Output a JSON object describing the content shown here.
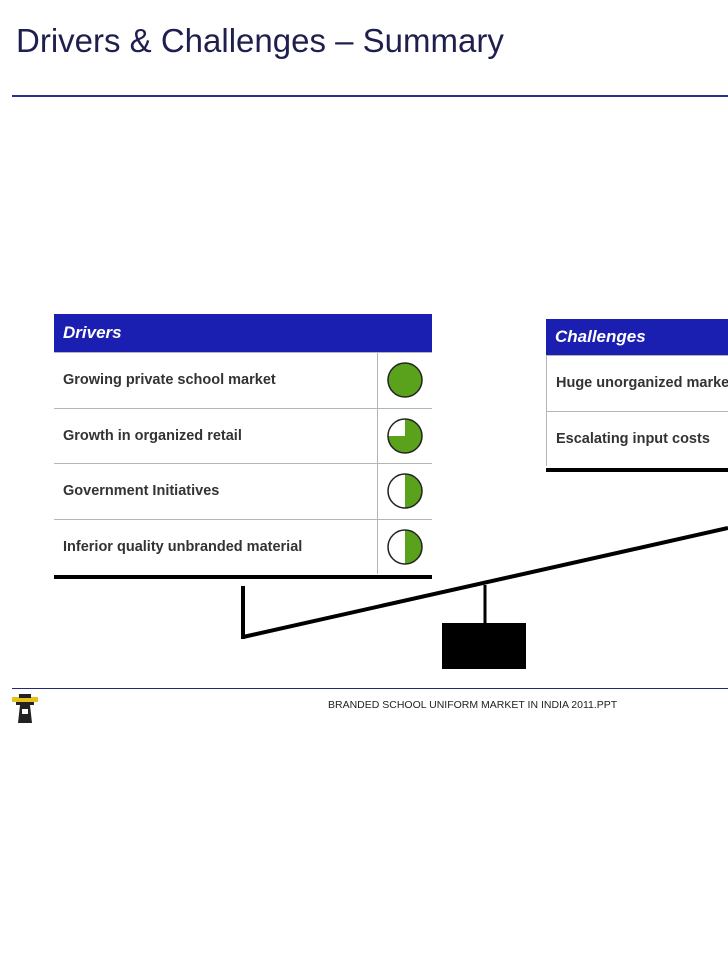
{
  "title": "Drivers & Challenges – Summary",
  "footer": "BRANDED SCHOOL UNIFORM MARKET IN INDIA 2011.PPT",
  "colors": {
    "header_bg": "#1a1fb1",
    "harvey_fill": "#5aa21c",
    "title_rule": "#2b2e8c",
    "arrow": "#d6d6d6"
  },
  "drivers": {
    "header": "Drivers",
    "items": [
      {
        "label": "Growing private school market",
        "harvey": 1.0
      },
      {
        "label": "Growth in organized retail",
        "harvey": 0.75
      },
      {
        "label": "Government Initiatives",
        "harvey": 0.5
      },
      {
        "label": "Inferior quality unbranded material",
        "harvey": 0.5
      }
    ]
  },
  "challenges": {
    "header": "Challenges",
    "items": [
      {
        "label": "Huge unorganized market"
      },
      {
        "label": "Escalating input costs"
      }
    ]
  },
  "icons": {
    "logo": "lighthouse-icon",
    "arrow": "up-right-arrow"
  }
}
